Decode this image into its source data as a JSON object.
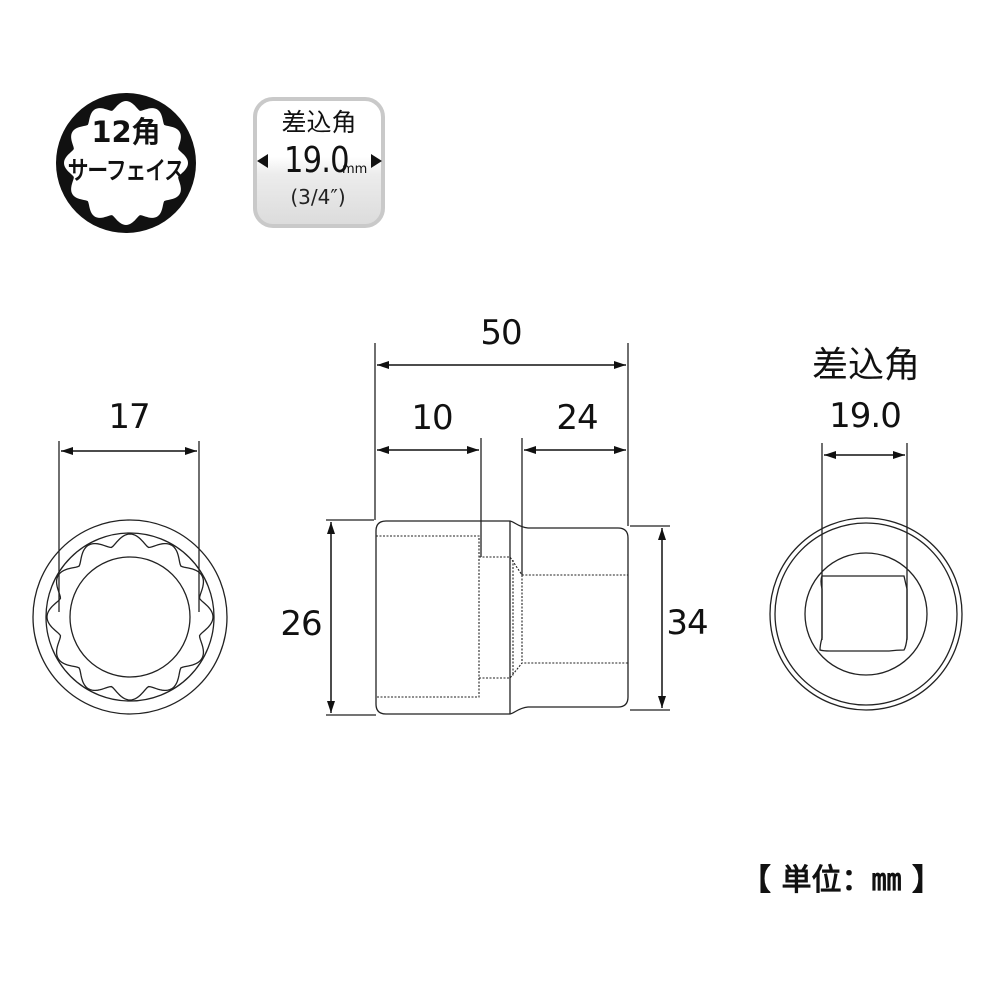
{
  "badges": {
    "point_type": {
      "line1": "12角",
      "line2": "サーフェイス",
      "icon": "12-point-surface-icon",
      "fill_color": "#111111"
    },
    "drive_size": {
      "title": "差込角",
      "value": "19.0",
      "unit": "mm",
      "inch": "(3/4″)",
      "border_color": "#c9c9c9"
    }
  },
  "views": {
    "front": {
      "dimension_width": "17",
      "icon": "12-point-socket-opening"
    },
    "side": {
      "dimension_total_length": "50",
      "dimension_drive_depth": "10",
      "dimension_head_length": "24",
      "dimension_drive_end_diameter": "26",
      "dimension_head_diameter": "34"
    },
    "back": {
      "title": "差込角",
      "dimension_drive": "19.0",
      "icon": "square-drive-opening"
    }
  },
  "unit_note": "【 単位：㎜ 】"
}
